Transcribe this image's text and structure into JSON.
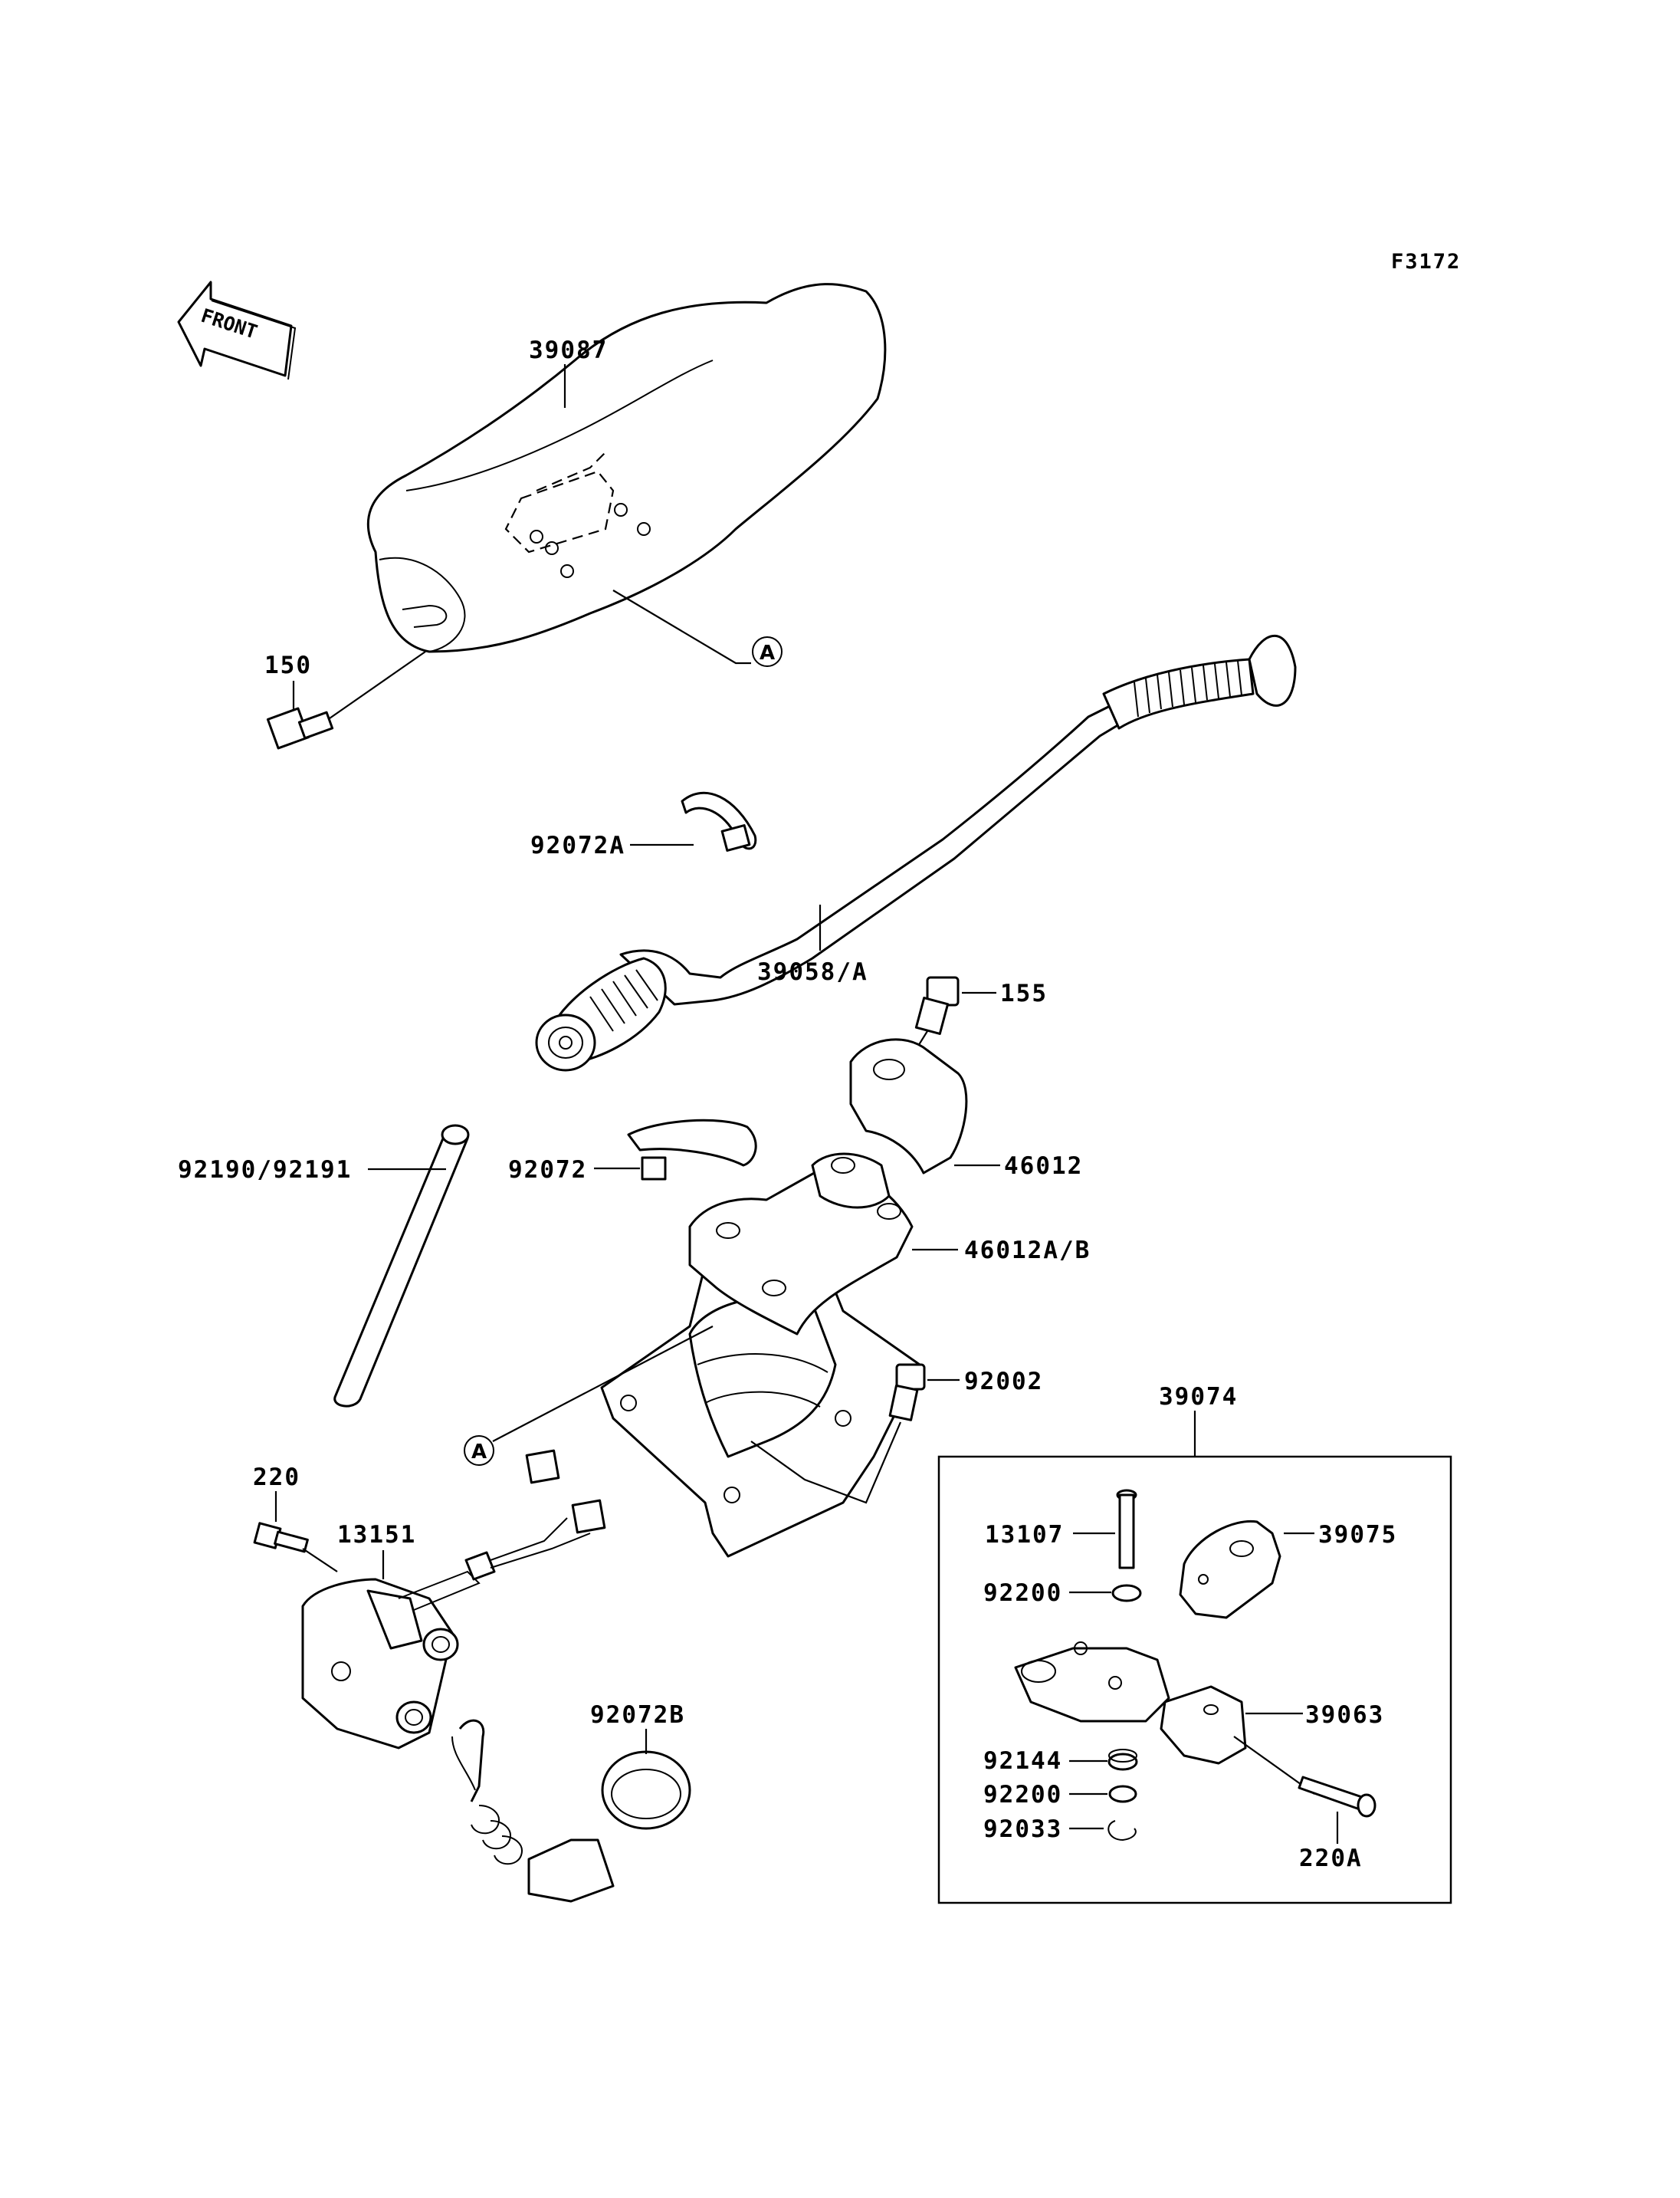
{
  "diagram_code": "F3172",
  "front_label": "FRONT",
  "reference_marker": "A",
  "parts": {
    "p39087": "39087",
    "p150": "150",
    "p92072A": "92072A",
    "p39058A": "39058/A",
    "p155": "155",
    "p92072": "92072",
    "p46012": "46012",
    "p92190": "92190/92191",
    "p46012AB": "46012A/B",
    "p92002": "92002",
    "p39074": "39074",
    "p220": "220",
    "p13151": "13151",
    "p13107": "13107",
    "p39075": "39075",
    "p92200a": "92200",
    "p39063": "39063",
    "p92072B": "92072B",
    "p92144": "92144",
    "p92200b": "92200",
    "p92033": "92033",
    "p220A": "220A"
  }
}
